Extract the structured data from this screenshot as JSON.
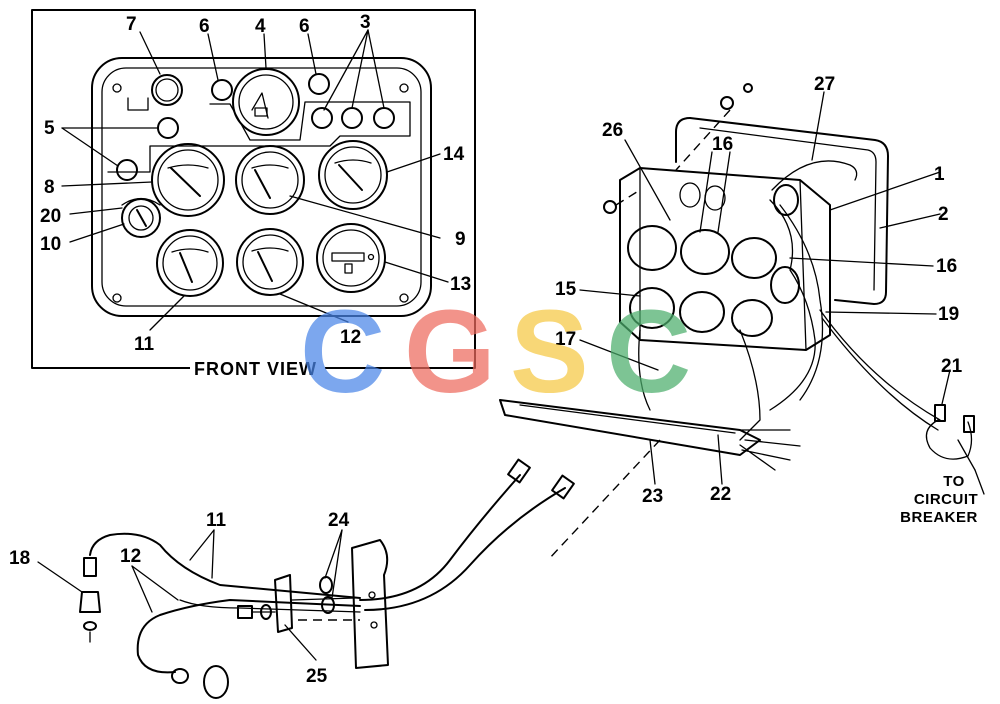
{
  "front_view_label": "FRONT VIEW",
  "circuit_breaker_label": {
    "line1": "TO",
    "line2": "CIRCUIT",
    "line3": "BREAKER"
  },
  "callouts": {
    "c1": "1",
    "c2": "2",
    "c3": "3",
    "c4": "4",
    "c5": "5",
    "c6a": "6",
    "c6b": "6",
    "c7": "7",
    "c8": "8",
    "c9": "9",
    "c10": "10",
    "c11a": "11",
    "c11b": "11",
    "c12a": "12",
    "c12b": "12",
    "c13": "13",
    "c14": "14",
    "c15": "15",
    "c16a": "16",
    "c16b": "16",
    "c17": "17",
    "c18": "18",
    "c19": "19",
    "c20": "20",
    "c21": "21",
    "c22": "22",
    "c23": "23",
    "c24": "24",
    "c25": "25",
    "c26": "26",
    "c27": "27"
  },
  "watermark": {
    "letters": [
      "C",
      "G",
      "S",
      "C"
    ],
    "colors": [
      "#4a86e8",
      "#ee6a5e",
      "#f6c944",
      "#4cae6c"
    ]
  }
}
